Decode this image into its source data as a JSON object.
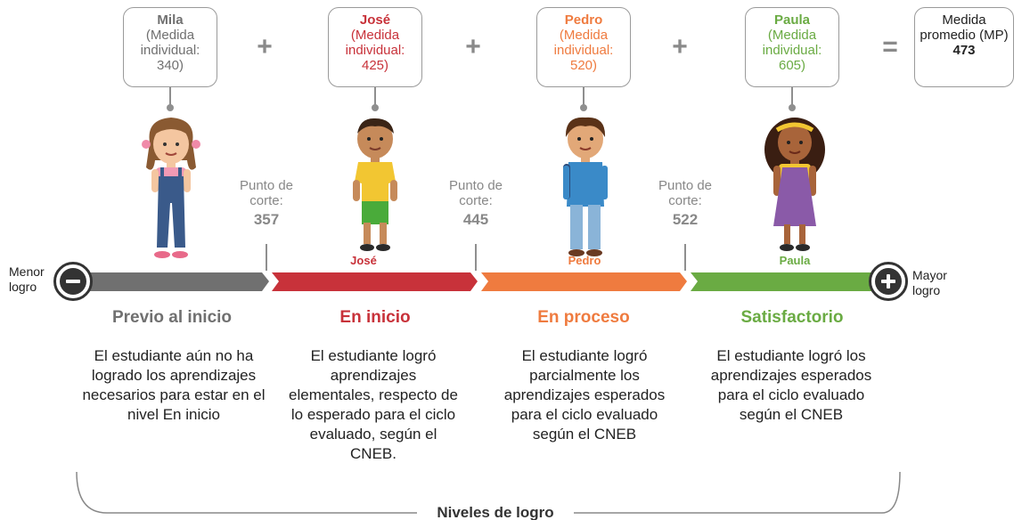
{
  "students": [
    {
      "name": "Mila",
      "label": "(Medida individual:",
      "value": "340)",
      "color": "#707070"
    },
    {
      "name": "José",
      "label": "(Medida individual:",
      "value": "425)",
      "color": "#c8323a"
    },
    {
      "name": "Pedro",
      "label": "(Medida individual:",
      "value": "520)",
      "color": "#ef7b3f"
    },
    {
      "name": "Paula",
      "label": "(Medida individual:",
      "value": "605)",
      "color": "#6aab43"
    }
  ],
  "operators": [
    "+",
    "+",
    "+",
    "="
  ],
  "average": {
    "label": "Medida promedio (MP)",
    "value": "473"
  },
  "cutpoints": [
    {
      "label": "Punto de corte:",
      "value": "357"
    },
    {
      "label": "Punto de corte:",
      "value": "445"
    },
    {
      "label": "Punto de corte:",
      "value": "522"
    }
  ],
  "ends": {
    "min_label": "Menor logro",
    "max_label": "Mayor logro"
  },
  "levels": [
    {
      "title": "Previo al inicio",
      "color": "#707070",
      "desc": "El estudiante aún no ha logrado los aprendizajes necesarios para estar en el nivel En inicio"
    },
    {
      "title": "En inicio",
      "color": "#c8323a",
      "desc": "El estudiante logró aprendizajes elementales, respecto de lo esperado para el ciclo evaluado, según el CNEB."
    },
    {
      "title": "En proceso",
      "color": "#ef7b3f",
      "desc": "El estudiante logró parcialmente los aprendizajes esperados para el ciclo evaluado según el CNEB"
    },
    {
      "title": "Satisfactorio",
      "color": "#6aab43",
      "desc": "El estudiante logró los aprendizajes esperados para el ciclo evaluado según el CNEB"
    }
  ],
  "figures": [
    {
      "name": "José",
      "color": "#c8323a"
    },
    {
      "name": "Pedro",
      "color": "#ef7b3f"
    },
    {
      "name": "Paula",
      "color": "#6aab43"
    }
  ],
  "bracket_label": "Niveles de logro"
}
